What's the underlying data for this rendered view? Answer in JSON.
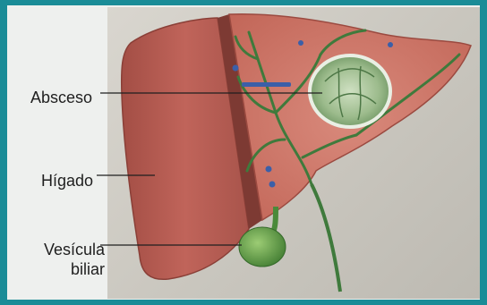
{
  "labels": {
    "abscess": "Absceso",
    "liver": "Hígado",
    "gallbladder_line1": "Vesícula",
    "gallbladder_line2": "biliar"
  },
  "colors": {
    "frame": "#1a8c97",
    "liver": "#b5584e",
    "cut_surface": "#c96f62",
    "vessels_green": "#3f7a3c",
    "gallbladder": "#5a9a45",
    "abscess": "#a9c59a"
  }
}
